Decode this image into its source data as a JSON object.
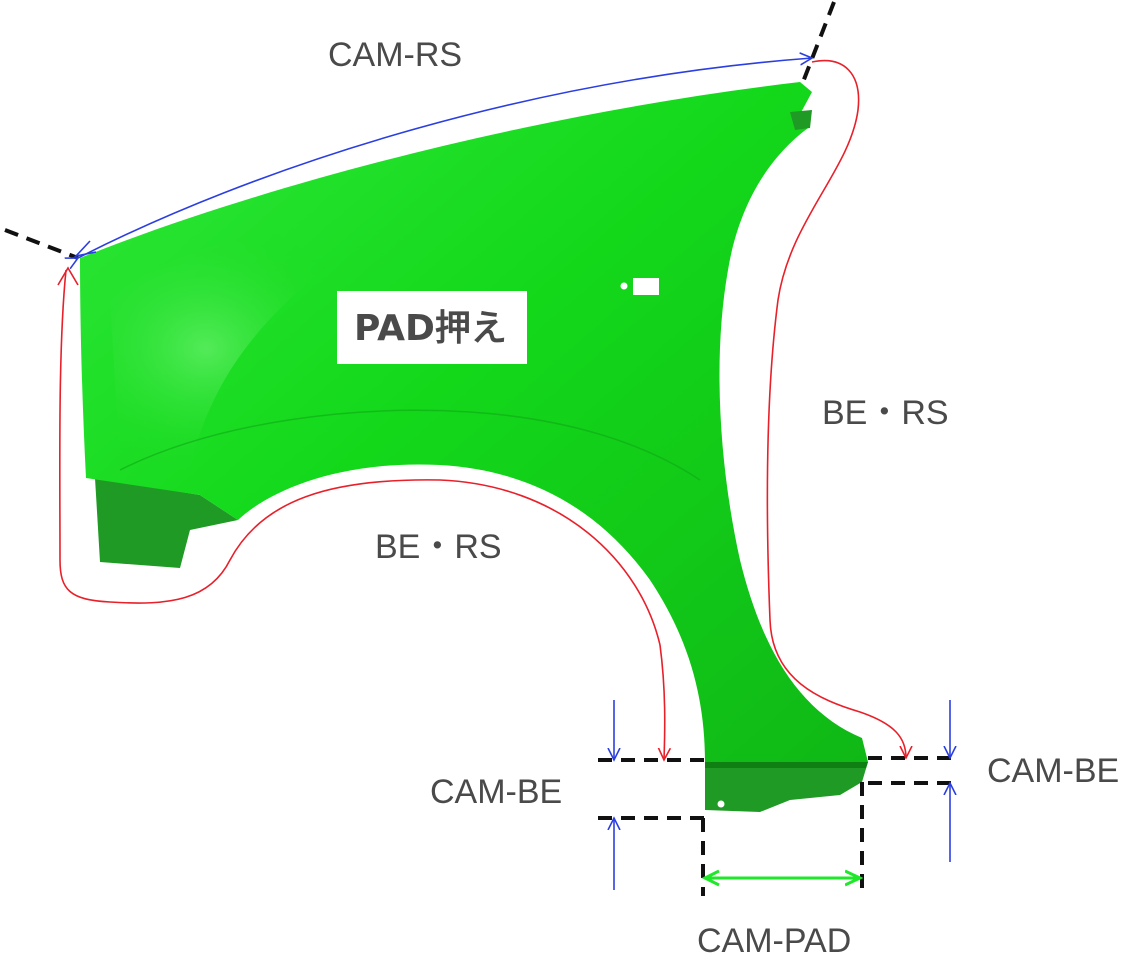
{
  "labels": {
    "cam_rs": "CAM-RS",
    "pad_press": "PAD押え",
    "be_rs_right": "BE・RS",
    "be_rs_center": "BE・RS",
    "cam_be_left": "CAM-BE",
    "cam_be_right": "CAM-BE",
    "cam_pad": "CAM-PAD"
  },
  "colors": {
    "panel_main": "#13d81a",
    "panel_dark": "#1f9a24",
    "blue_line": "#2b3fe0",
    "red_line": "#e8202a",
    "green_arrow": "#1fe82a",
    "text": "#4a4a4a"
  }
}
